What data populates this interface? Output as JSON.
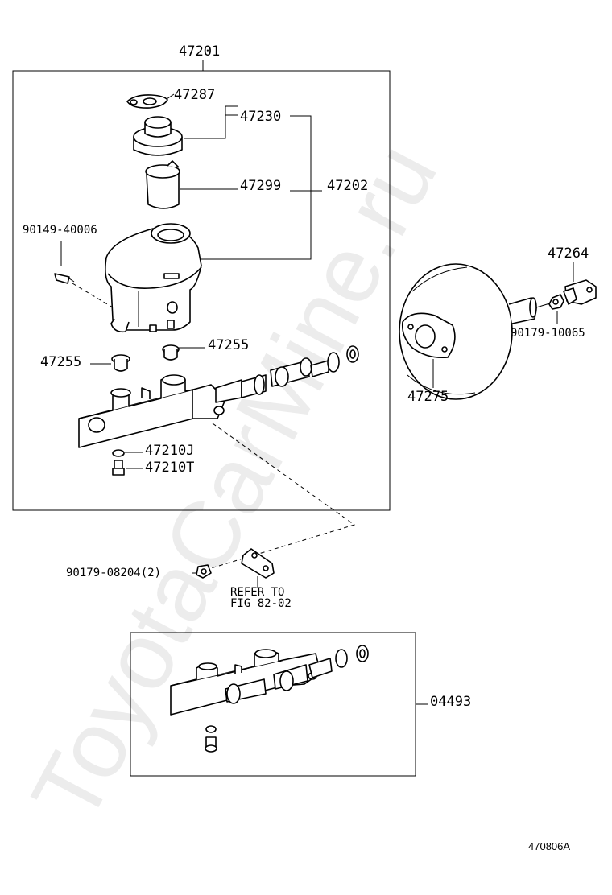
{
  "watermark": "ToyotaCarMine.ru",
  "labels": {
    "assy_top": "47201",
    "cap_gasket": "47287",
    "reservoir_cap": "47230",
    "strainer": "47299",
    "reservoir_sub": "47202",
    "pin": "90149-40006",
    "grommet_right": "47255",
    "grommet_left": "47255",
    "plug_j": "47210J",
    "plug_t": "47210T",
    "nut": "90179-08204(2)",
    "refer_line1": "REFER TO",
    "refer_line2": "FIG 82-02",
    "clevis": "47264",
    "nut_booster": "90179-10065",
    "booster": "47275",
    "kit": "04493"
  },
  "figure_code": "470806A"
}
